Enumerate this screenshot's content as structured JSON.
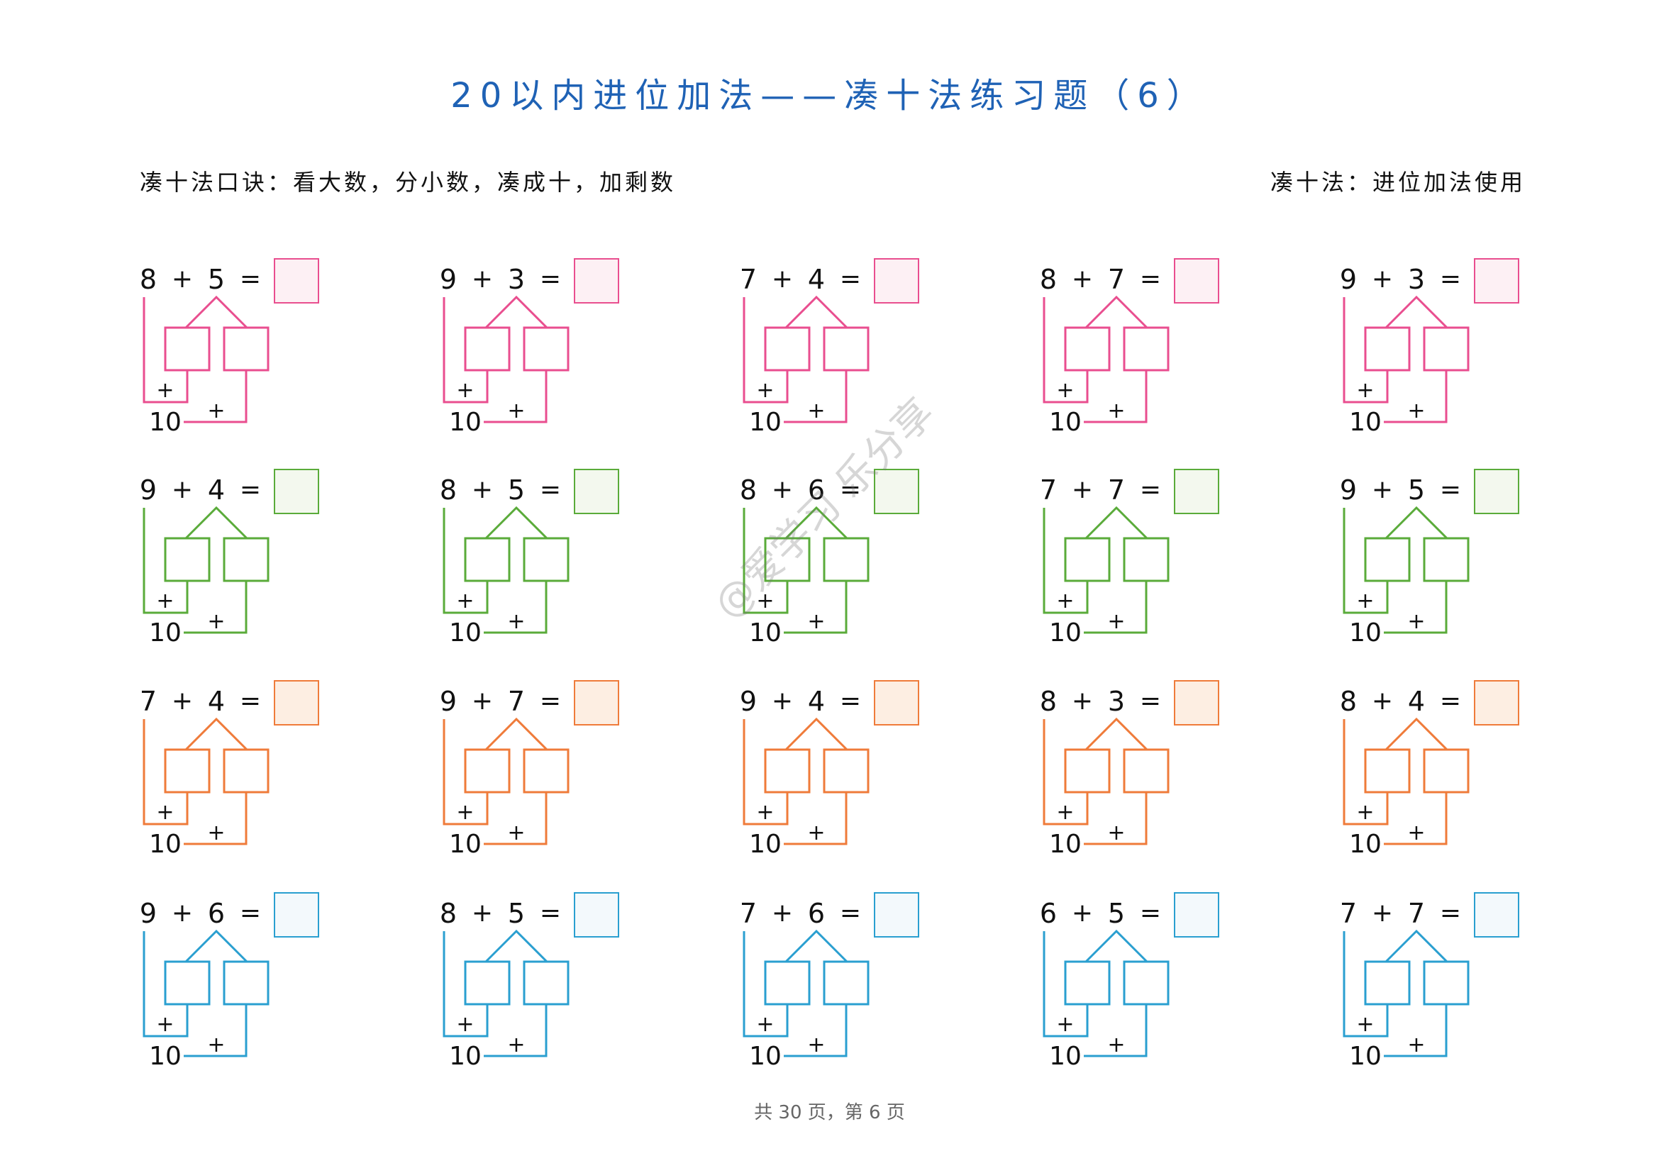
{
  "title": "20以内进位加法——凑十法练习题（6）",
  "mnemonic": "凑十法口诀：看大数，分小数，凑成十，加剩数",
  "usage_note": "凑十法：进位加法使用",
  "footer": "共 30 页，第 6 页",
  "watermark": "@爱学习  乐分享",
  "symbols": {
    "plus": "+",
    "equals": "=",
    "ten": "10"
  },
  "rows": [
    {
      "color": "#e94e8f",
      "fill": "#fdf0f4",
      "problems": [
        {
          "a": "8",
          "b": "5"
        },
        {
          "a": "9",
          "b": "3"
        },
        {
          "a": "7",
          "b": "4"
        },
        {
          "a": "8",
          "b": "7"
        },
        {
          "a": "9",
          "b": "3"
        }
      ]
    },
    {
      "color": "#5aab3a",
      "fill": "#f3f8ee",
      "problems": [
        {
          "a": "9",
          "b": "4"
        },
        {
          "a": "8",
          "b": "5"
        },
        {
          "a": "8",
          "b": "6"
        },
        {
          "a": "7",
          "b": "7"
        },
        {
          "a": "9",
          "b": "5"
        }
      ]
    },
    {
      "color": "#ef7b3a",
      "fill": "#fdeee2",
      "problems": [
        {
          "a": "7",
          "b": "4"
        },
        {
          "a": "9",
          "b": "7"
        },
        {
          "a": "9",
          "b": "4"
        },
        {
          "a": "8",
          "b": "3"
        },
        {
          "a": "8",
          "b": "4"
        }
      ]
    },
    {
      "color": "#2a9fd0",
      "fill": "#f3f9fc",
      "problems": [
        {
          "a": "9",
          "b": "6"
        },
        {
          "a": "8",
          "b": "5"
        },
        {
          "a": "7",
          "b": "6"
        },
        {
          "a": "6",
          "b": "5"
        },
        {
          "a": "7",
          "b": "7"
        }
      ]
    }
  ]
}
